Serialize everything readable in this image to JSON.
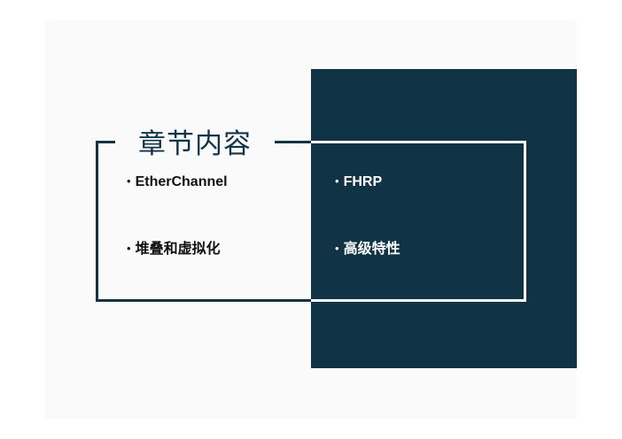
{
  "slide": {
    "title": "章节内容",
    "items": [
      {
        "bullet": "•",
        "label": "EtherChannel"
      },
      {
        "bullet": "•",
        "label": "FHRP"
      },
      {
        "bullet": "•",
        "label": "堆叠和虚拟化"
      },
      {
        "bullet": "•",
        "label": "高级特性"
      }
    ]
  },
  "colors": {
    "panel": "#103446",
    "background": "#fafafb",
    "frame_light_side": "#103446",
    "frame_dark_side": "#ffffff"
  }
}
